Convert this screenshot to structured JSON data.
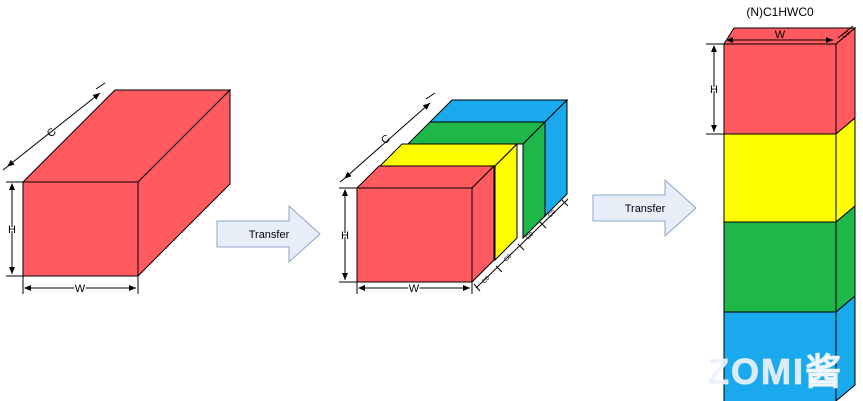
{
  "labels": {
    "c": "C",
    "h": "H",
    "w": "W",
    "c0": "C0",
    "transfer": "Transfer",
    "layout_title": "(N)C1HWC0"
  },
  "watermark": {
    "text": "ZOMI酱"
  },
  "colors": {
    "red": "#ff5a5f",
    "yellow": "#ffff00",
    "green": "#1fb64a",
    "blue": "#19a9ec",
    "arrow_fill": "#e8eef8",
    "arrow_stroke": "#8fa4c8",
    "outline": "#000000"
  },
  "block_order": [
    "red",
    "yellow",
    "green",
    "blue"
  ]
}
